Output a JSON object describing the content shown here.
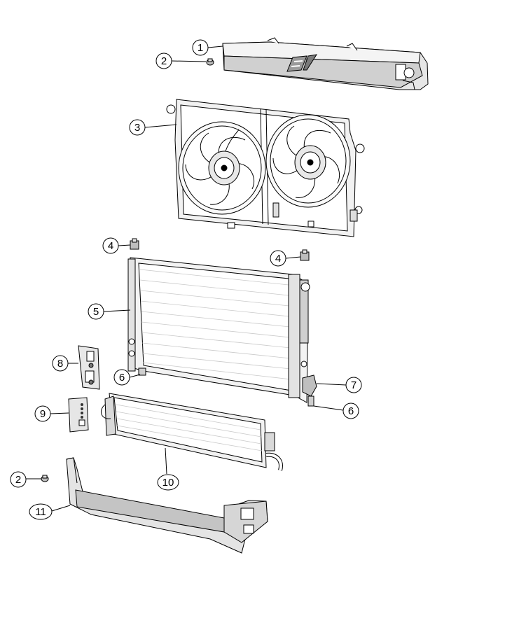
{
  "callouts": {
    "c1": "1",
    "c2a": "2",
    "c2b": "2",
    "c3": "3",
    "c4a": "4",
    "c4b": "4",
    "c5": "5",
    "c6a": "6",
    "c6b": "6",
    "c7": "7",
    "c8": "8",
    "c9": "9",
    "c10": "10",
    "c11": "11"
  },
  "parts": {
    "p1_icon": "ev-logo-icon"
  },
  "colors": {
    "line": "#000000",
    "fill": "#ffffff",
    "shade": "#d9d9d9",
    "dark": "#8c8c8c"
  }
}
